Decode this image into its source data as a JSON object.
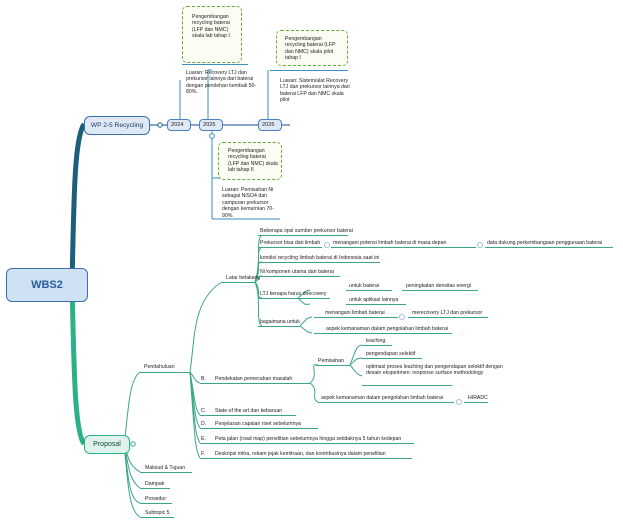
{
  "root": {
    "label": "WBS2"
  },
  "wp": {
    "label": "WP 2-5 Recycling",
    "years": [
      "2024",
      "2025",
      "2026"
    ],
    "milestones": [
      {
        "title": "Pengembangan recycling baterai (LFP dan NMC) skala lab tahap I",
        "output": "Luaran: Recovery LTJ dan prekursor lainnya dari baterai dengan perolehan kembali 50-80%."
      },
      {
        "title": "Pengembangan recycling baterai (LFP dan NMC) skala lab tahap II",
        "output": "Luaran: Pemisahan Ni sebagai NiSO4 dan campuran prekursor dengan kemurnian 70-90%."
      },
      {
        "title": "Pengembangan recycling baterai (LFP dan NMC) skala pilot tahap I",
        "output": "Luaran: Sistem/alat Recovery LTJ dan prekursor lainnya dari baterai LFP dan NMC skala pilot"
      }
    ]
  },
  "proposal": {
    "label": "Proposal",
    "pendahuluan": "Pendahuluan",
    "latar": "Latar belakang",
    "latar_items": {
      "opsi": "Beberapa opsi sumber prekursor baterai",
      "prekursor": "Prekursor bisa dari limbah",
      "menangani_potensi": "menangani potensi limbah baterai di masa depan",
      "data_dukung": "data dukung perkembangaan penggunaan baterai",
      "kondisi": "kondisi recycling limbah baterai di Indonesia saat ini",
      "ni": "Ni komponen utama dari baterai",
      "ltj": "LTJ kenapa harus direcovery",
      "untuk_baterai": "untuk baterai",
      "peningkatan": "peningkatan densitas energi",
      "aplikasi": "untuk aplikasi lainnya",
      "bagaimana": "bagaimana untuk",
      "menangani_limbah": "menangani limbah baterai",
      "merecovery": "merecovery LTJ dan prekursor",
      "aspek_kemanan1": "aspek kemanaman dalam pengolahan limbah baterai"
    },
    "b_letter": "B.",
    "b_label": "Pendekatan pemecahan masalah",
    "pemisahan": "Pemisahan",
    "pemisahan_items": [
      "leaching",
      "pengendapan selektif",
      "optimasi proses leaching dan pengendapan selektif dengan desain eksperimen: response surface methodology"
    ],
    "aspek_kemanan2": "aspek kemanaman dalam pengolahan limbah baterai",
    "hiradc": "HIRADC",
    "sections": [
      {
        "letter": "C.",
        "text": "State of the art dan kebaruan"
      },
      {
        "letter": "D.",
        "text": "Penjelasan capaian riset sebelumnya"
      },
      {
        "letter": "E.",
        "text": "Peta jalan (road map) penelitian sebelumnya hingga setidaknya 5 tahun kedepan"
      },
      {
        "letter": "F.",
        "text": "Deskripsi mitra, rekam jejak kemitraan, dan kontribusinya dalam penelitian"
      }
    ],
    "others": [
      "Maksud & Tujuan",
      "Dampak",
      "Prosedur",
      "Subtopic 5"
    ]
  },
  "colors": {
    "root_fill": "#cfe2f3",
    "root_border": "#3a6fb0",
    "teal_branch": "#1f8a8a",
    "wp_branch": "#1c5f7a",
    "green_branch": "#2db08a",
    "line_blue": "#3a8fc7",
    "dash_green": "#6aa63c"
  }
}
